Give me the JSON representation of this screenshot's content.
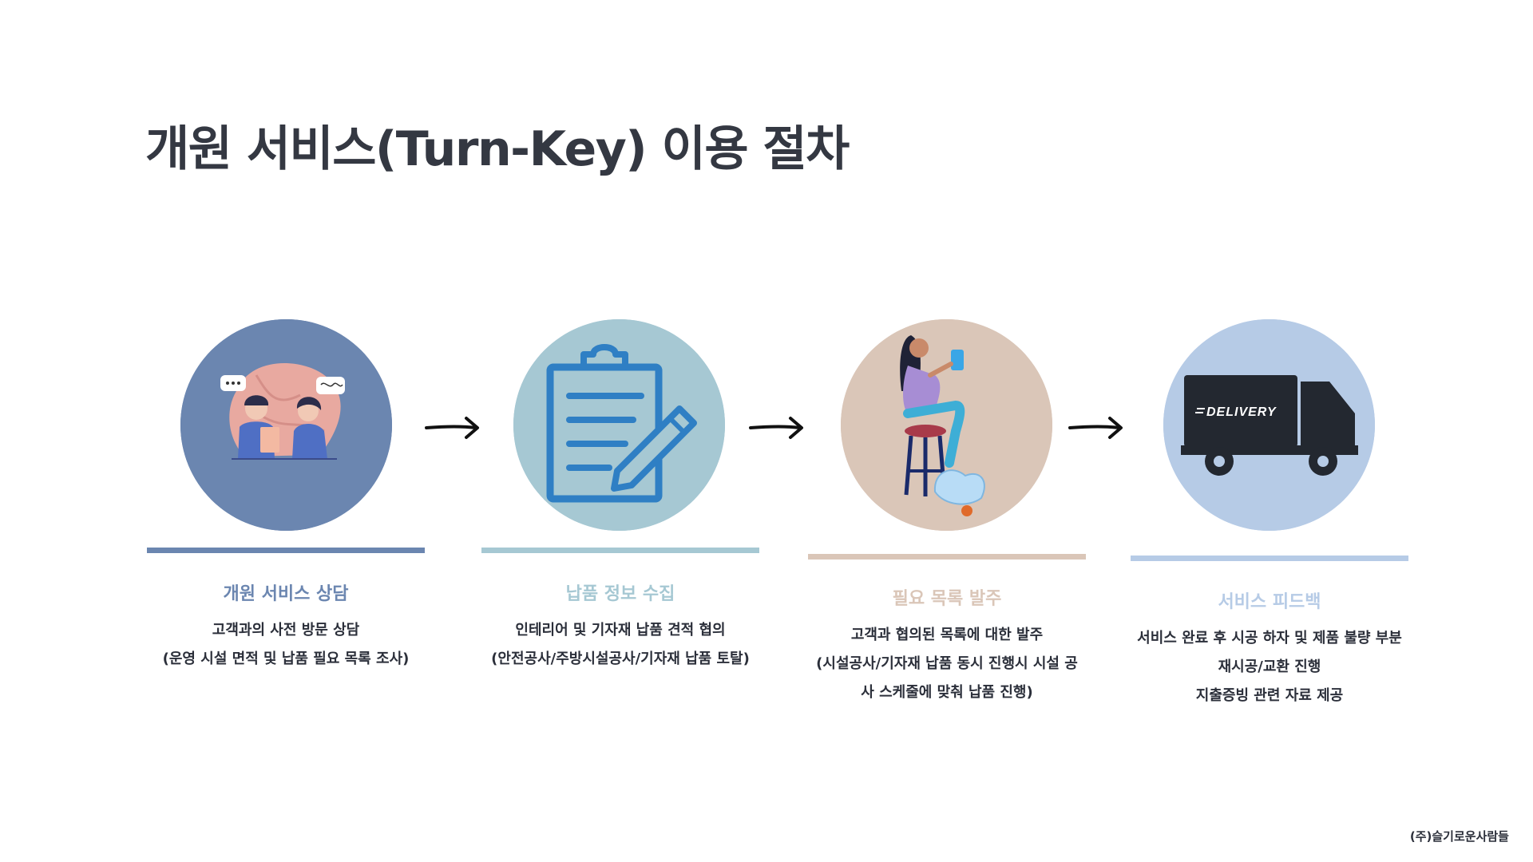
{
  "title": "개원 서비스(Turn-Key) 이용 절차",
  "steps": [
    {
      "icon": "consultation-illustration",
      "color": "#6b86b0",
      "title": "개원 서비스 상담",
      "lines": [
        "고객과의 사전 방문 상담",
        "(운영 시설 면적 및 납품 필요 목록 조사)"
      ]
    },
    {
      "icon": "clipboard-pencil-icon",
      "color": "#a6c8d3",
      "title": "납품 정보 수집",
      "lines": [
        "인테리어 및 기자재 납품 견적 협의",
        "(안전공사/주방시설공사/기자재 납품 토탈)"
      ]
    },
    {
      "icon": "woman-on-phone-illustration",
      "color": "#dac6b8",
      "title": "필요 목록 발주",
      "lines": [
        "고객과 협의된 목록에 대한 발주",
        "(시설공사/기자재 납품 동시 진행시 시설 공",
        "사 스케줄에 맞춰 납품 진행)"
      ]
    },
    {
      "icon": "delivery-truck-icon",
      "color": "#b6cbe6",
      "title": "서비스 피드백",
      "lines": [
        "서비스  완료 후 시공 하자 및 제품 불량 부분",
        "재시공/교환 진행",
        "지출증빙 관련 자료 제공"
      ]
    }
  ],
  "truck_label": "DELIVERY",
  "footer": "(주)슬기로운사람들"
}
